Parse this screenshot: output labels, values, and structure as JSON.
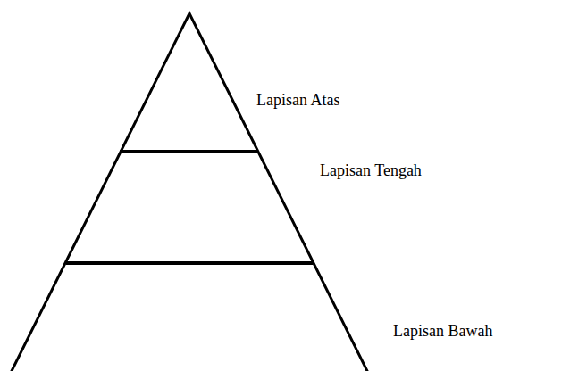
{
  "diagram": {
    "labels": [
      "Lapisan Atas",
      "Lapisan Tengah",
      "Lapisan Bawah"
    ]
  }
}
